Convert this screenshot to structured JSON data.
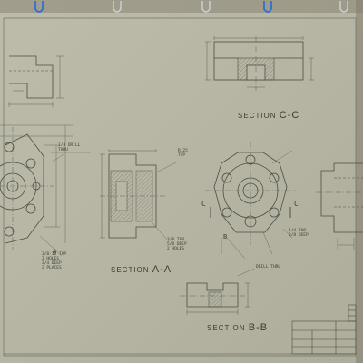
{
  "sheet": {
    "colors": {
      "paper": "#b8b6a4",
      "paper_edge": "#8f8b7a",
      "line": "#4b4f48",
      "line_light": "#6e716a",
      "clip_blue": "#2f6fd0",
      "clip_steel": "#c9ccd0",
      "background": "#2b2420"
    }
  },
  "sections": {
    "cc": {
      "prefix": "SECTION ",
      "letters": "C-C"
    },
    "aa": {
      "prefix": "SECTION ",
      "letters": "A-A"
    },
    "bb": {
      "prefix": "SECTION ",
      "letters": "B-B"
    }
  },
  "cut_marks": {
    "c_left": "C",
    "c_right": "C",
    "b_label": "B",
    "a_label": "A"
  },
  "notes": {
    "hole_note": [
      "3/8-16 TAP",
      "3 HOLES",
      "3/4 DEEP",
      "2 PLACES"
    ],
    "drill_note": [
      "1/4 DRILL",
      "THRU"
    ],
    "radius_note": [
      "R.25",
      "TYP"
    ],
    "section_note": [
      "3/8 TAP",
      "5/8 DEEP",
      "2 HOLES"
    ],
    "tap_note": [
      "1/4 TAP",
      "3/8 DEEP"
    ],
    "bb_note": [
      "DRILL THRU"
    ]
  },
  "title_block": {
    "rows": [
      "",
      "",
      "",
      ""
    ]
  }
}
